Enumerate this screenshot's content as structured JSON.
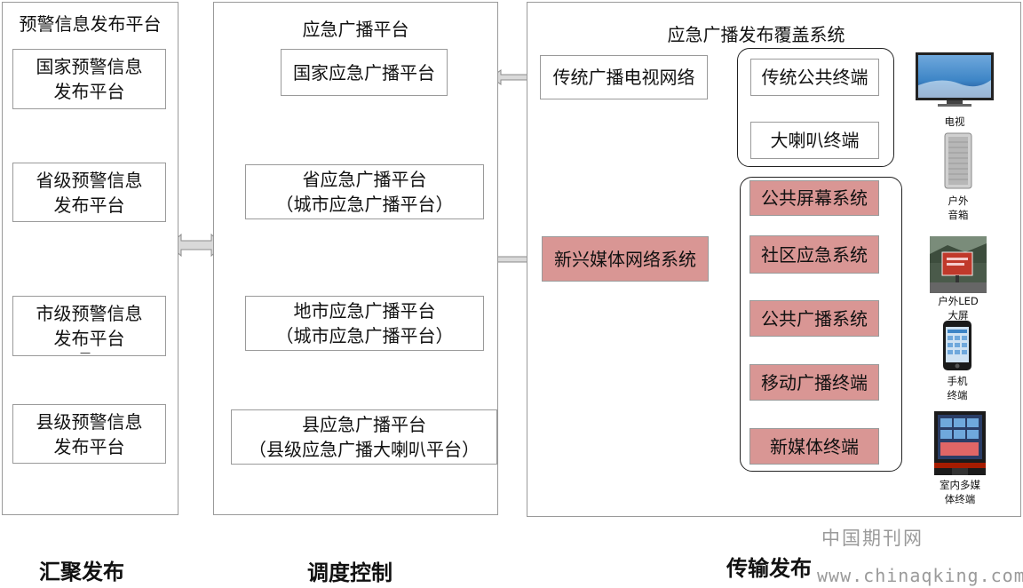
{
  "panels": {
    "left": {
      "title": "预警信息发布平台"
    },
    "middle": {
      "title": "应急广播平台"
    },
    "right": {
      "title": "应急广播发布覆盖系统"
    }
  },
  "left_boxes": [
    {
      "line1": "国家预警信息",
      "line2": "发布平台"
    },
    {
      "line1": "省级预警信息",
      "line2": "发布平台"
    },
    {
      "line1": "市级预警信息",
      "line2": "发布平台"
    },
    {
      "line1": "县级预警信息",
      "line2": "发布平台"
    }
  ],
  "middle_boxes": [
    {
      "line1": "国家应急广播平台",
      "line2": ""
    },
    {
      "line1": "省应急广播平台",
      "line2": "（城市应急广播平台）"
    },
    {
      "line1": "地市应急广播平台",
      "line2": "（城市应急广播平台）"
    },
    {
      "line1": "县应急广播平台",
      "line2": "（县级应急广播大喇叭平台）"
    }
  ],
  "networks": {
    "traditional": "传统广播电视网络",
    "new_media": "新兴媒体网络系统"
  },
  "traditional_terminals": [
    "传统公共终端",
    "大喇叭终端"
  ],
  "new_media_terminals": [
    "公共屏幕系统",
    "社区应急系统",
    "公共广播系统",
    "移动广播终端",
    "新媒体终端"
  ],
  "device_captions": {
    "tv": "电视",
    "speaker": "户外\n音箱",
    "led": "户外LED\n大屏",
    "phone": "手机\n终端",
    "kiosk": "室内多媒\n体终端"
  },
  "footer": {
    "left": "汇聚发布",
    "middle": "调度控制",
    "right": "传输发布"
  },
  "watermark": {
    "name": "中国期刊网",
    "url": "www.chinaqking.com"
  },
  "stray_mark": "—",
  "colors": {
    "pink_fill": "#d99694",
    "border": "#9a9a9a",
    "arrow_fill": "#d9d9d9"
  }
}
